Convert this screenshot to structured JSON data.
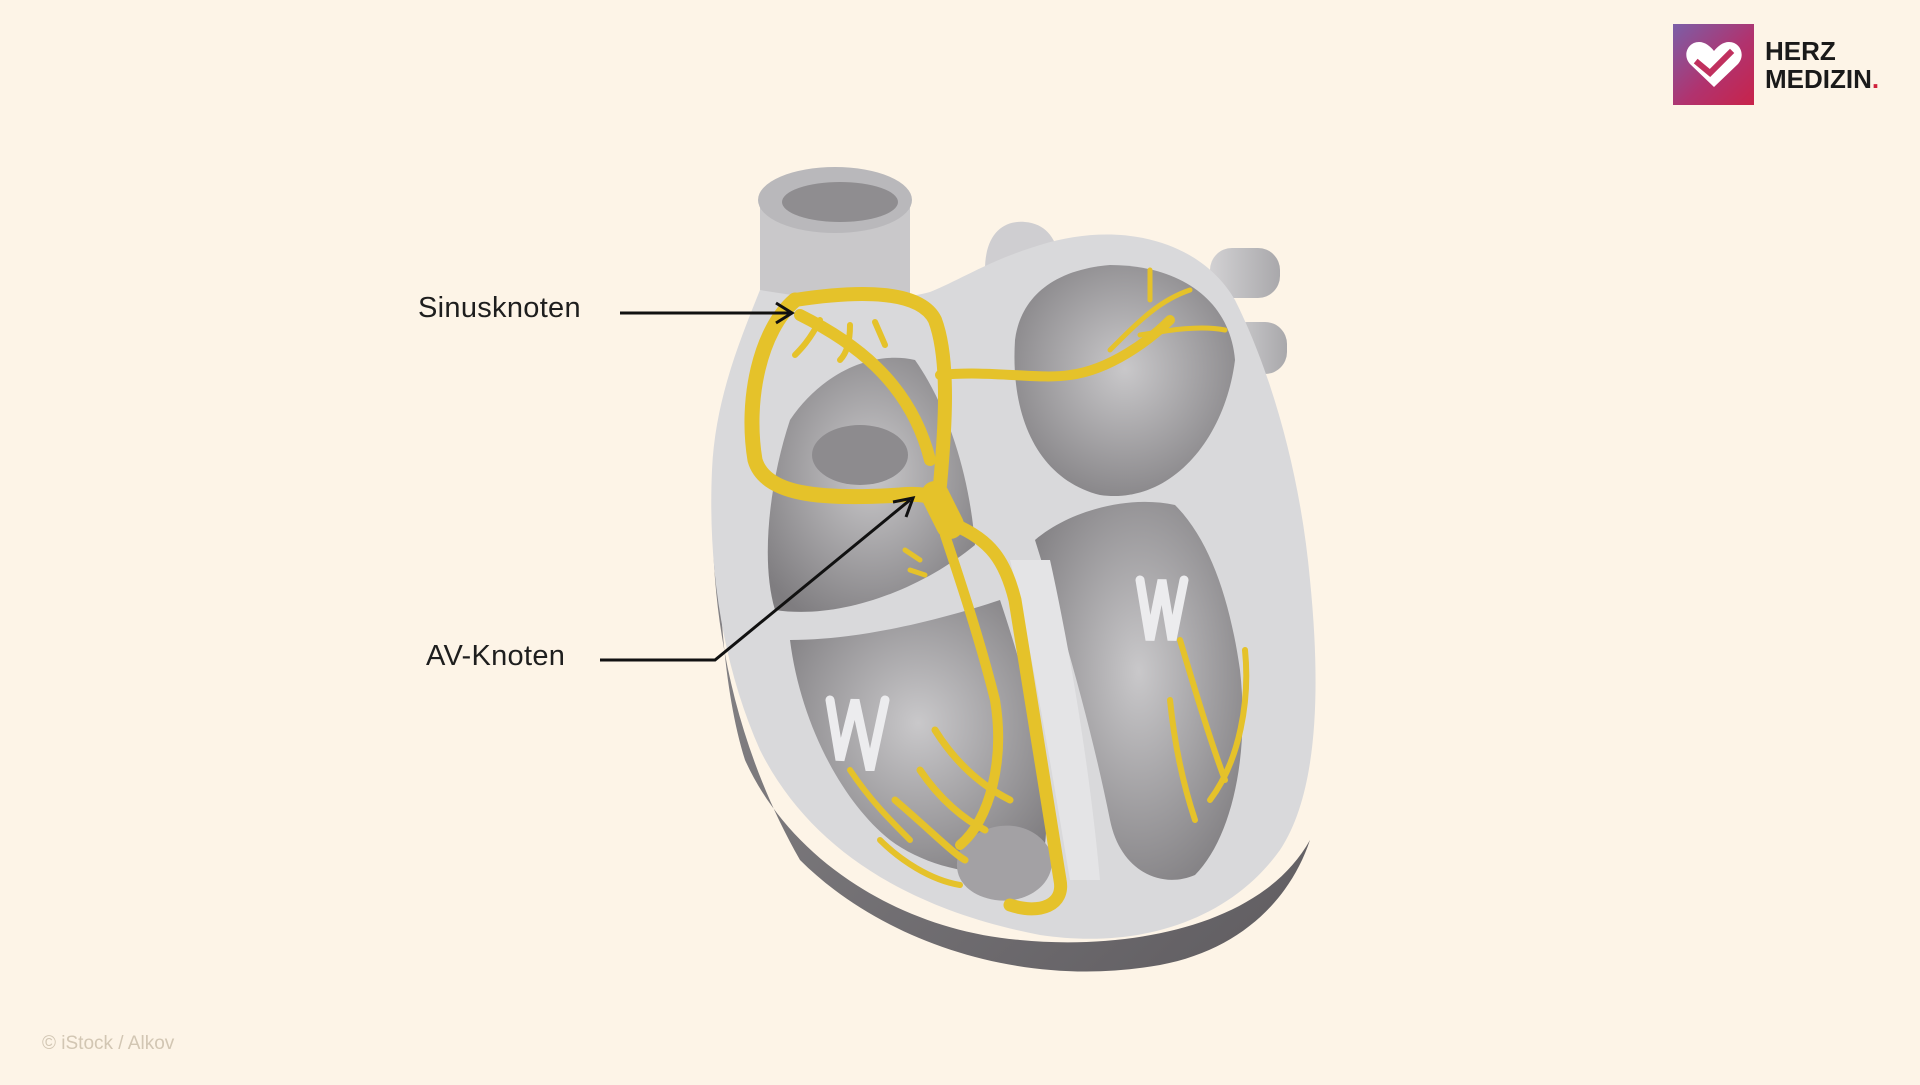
{
  "labels": {
    "sinus": "Sinusknoten",
    "av": "AV-Knoten"
  },
  "logo": {
    "line1": "HERZ",
    "line2": "MEDIZIN",
    "dot": "."
  },
  "copyright": "© iStock / Alkov",
  "colors": {
    "background": "#fdf4e7",
    "conduction": "#e5c22a",
    "muscle": "#d6d6d8",
    "chamber": "#9e9c9e",
    "accent": "#d0213c"
  },
  "icons": {
    "logo": "heart-icon"
  }
}
